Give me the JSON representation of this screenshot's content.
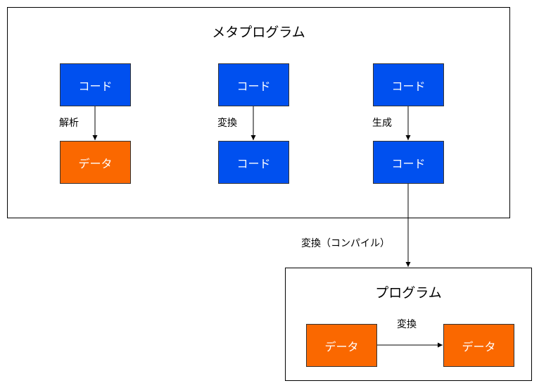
{
  "colors": {
    "code_fill": "#0050ef",
    "data_fill": "#fa6800",
    "line": "#000000"
  },
  "meta_program": {
    "title": "メタプログラム",
    "columns": [
      {
        "top_label": "コード",
        "edge_label": "解析",
        "bottom_label": "データ",
        "bottom_kind": "data"
      },
      {
        "top_label": "コード",
        "edge_label": "変換",
        "bottom_label": "コード",
        "bottom_kind": "code"
      },
      {
        "top_label": "コード",
        "edge_label": "生成",
        "bottom_label": "コード",
        "bottom_kind": "code"
      }
    ]
  },
  "compile_edge_label": "変換（コンパイル）",
  "program": {
    "title": "プログラム",
    "left_label": "データ",
    "edge_label": "変換",
    "right_label": "データ"
  }
}
